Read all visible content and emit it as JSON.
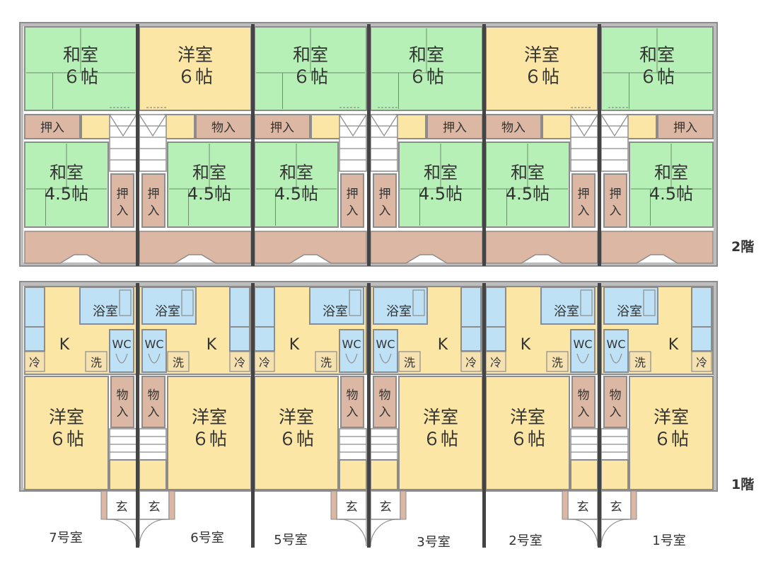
{
  "colors": {
    "wall": "#8c8c8c",
    "wall_dark": "#444444",
    "floor_frame": "#bdbdbd",
    "washitsu": "#b6f0b6",
    "yoshitsu": "#fbe6a6",
    "storage": "#dcb8a4",
    "wet": "#bfe1f6",
    "hall": "#fbe6a6",
    "stair": "#ffffff",
    "text": "#333333"
  },
  "labels": {
    "washitsu": "和室",
    "yoshitsu": "洋室",
    "six_tatami": "６帖",
    "four_half_tatami": "4.5帖",
    "oshiire": [
      "押",
      "入"
    ],
    "oshiire_h": "押入",
    "monoire": [
      "物",
      "入"
    ],
    "monoire_h": "物入",
    "bath": "浴室",
    "kitchen": "K",
    "wc": "WC",
    "washer": "洗",
    "fridge": "冷",
    "genkan": "玄"
  },
  "floors": {
    "upper": "2階",
    "lower": "1階"
  },
  "rooms": [
    "7号室",
    "6号室",
    "5号室",
    "3号室",
    "2号室",
    "1号室"
  ]
}
